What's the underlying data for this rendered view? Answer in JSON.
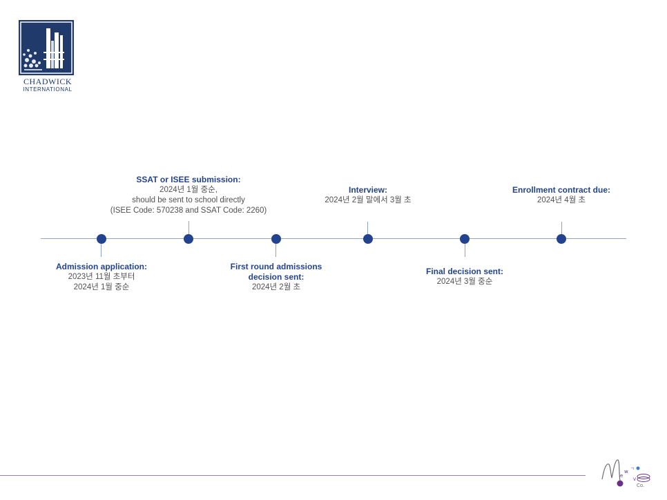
{
  "logo": {
    "name": "CHADWICK",
    "sub": "INTERNATIONAL"
  },
  "timeline": {
    "events": [
      {
        "id": "admission-application",
        "title": "Admission application:",
        "lines": [
          "2023년 11월 초부터",
          "2024년 1월 중순"
        ]
      },
      {
        "id": "test-submission",
        "title": "SSAT or ISEE submission:",
        "lines": [
          "2024년 1월 중순,",
          "should be sent to school directly",
          "(ISEE Code: 570238 and SSAT Code: 2260)"
        ]
      },
      {
        "id": "first-round-decision",
        "title": "First round admissions\ndecision sent:",
        "lines": [
          "2024년 2월 초"
        ]
      },
      {
        "id": "interview",
        "title": "Interview:",
        "lines": [
          "2024년 2월 말에서 3월 초"
        ]
      },
      {
        "id": "final-decision",
        "title": "Final decision sent:",
        "lines": [
          "2024년 3월 중순"
        ]
      },
      {
        "id": "enrollment-contract",
        "title": "Enrollment contract due:",
        "lines": [
          "2024년 4월 초"
        ]
      }
    ]
  },
  "brand": {
    "text": "Co."
  },
  "colors": {
    "primary": "#24438f",
    "logo_bg": "#1f3a6b",
    "line": "#8fa3bf",
    "accent": "#9b7bb3"
  }
}
